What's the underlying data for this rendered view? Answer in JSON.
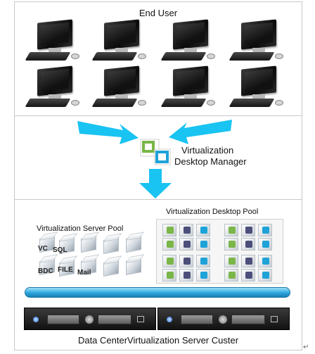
{
  "labels": {
    "end_user": "End User",
    "manager_line1": "Virtualization",
    "manager_line2": "Desktop Manager",
    "desktop_pool": "Virtualization Desktop Pool",
    "server_pool": "Virtualization Server Pool",
    "data_center": "Data CenterVirtualization Server Custer"
  },
  "server_tags": [
    "VC",
    "SQL",
    "BDC",
    "FILE",
    "Mail"
  ],
  "footer_mark": "↵",
  "colors": {
    "arrow": "#19c3f2",
    "bar": "#2aa6de",
    "logo_green": "#7ab648",
    "logo_blue": "#1ea3d8"
  },
  "icons": [
    "desktop-computer-icon",
    "vm-server-icon",
    "virtual-desktop-icon",
    "desktop-manager-logo-icon",
    "server-rack-icon",
    "arrow-icon"
  ]
}
